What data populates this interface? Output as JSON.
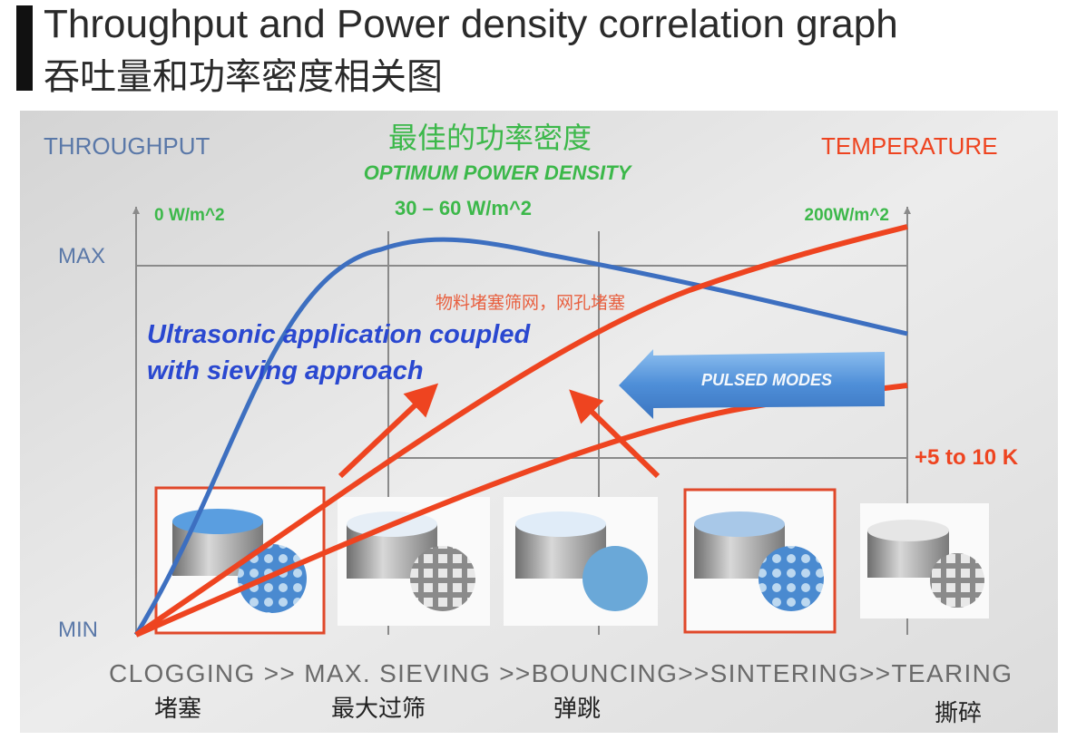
{
  "title": {
    "english": "Throughput and Power density correlation graph",
    "chinese": "吞吐量和功率密度相关图"
  },
  "axes": {
    "left_label": "THROUGHPUT",
    "right_label": "TEMPERATURE",
    "max_label": "MAX",
    "min_label": "MIN"
  },
  "optimum": {
    "chinese": "最佳的功率密度",
    "english": "OPTIMUM POWER DENSITY"
  },
  "power_ticks": [
    "0 W/m^2",
    "30 – 60 W/m^2",
    "200W/m^2"
  ],
  "annotation_red_cn": "物料堵塞筛网，网孔堵塞",
  "ultrasonic_text": [
    "Ultrasonic application coupled",
    "with sieving approach"
  ],
  "pulsed_modes": "PULSED MODES",
  "temp_delta": "+5 to 10 K",
  "stages_line": "CLOGGING >> MAX. SIEVING >>BOUNCING>>SINTERING>>TEARING",
  "stages_cn": [
    "堵塞",
    "最大过筛",
    "弹跳",
    "撕碎"
  ],
  "colors": {
    "blue": "#3d6fc0",
    "red": "#ee4420",
    "green": "#3cb84a",
    "gray": "#6a6a6a"
  }
}
